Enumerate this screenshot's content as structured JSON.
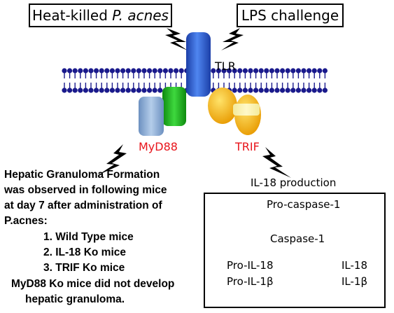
{
  "stimuli": {
    "left": {
      "prefix": "Heat-killed ",
      "italic": "P. acnes"
    },
    "right": "LPS challenge"
  },
  "receptor": {
    "label": "TLR"
  },
  "adaptors": {
    "myd88": "MyD88",
    "trif": "TRIF"
  },
  "finding": {
    "lines": [
      "Hepatic Granuloma Formation",
      "was observed in following mice",
      "at day 7 after administration of",
      "P.acnes:"
    ],
    "mice": [
      "1. Wild Type mice",
      "2. IL-18 Ko mice",
      "3. TRIF Ko mice"
    ],
    "negative": [
      "MyD88 Ko mice did not develop",
      "hepatic granuloma."
    ]
  },
  "il18": {
    "title": "IL-18 production",
    "pro_caspase": "Pro-caspase-1",
    "caspase": "Caspase-1",
    "pro_il18": "Pro-IL-18",
    "pro_il1b": "Pro-IL-1β",
    "il18": "IL-18",
    "il1b": "IL-1β"
  },
  "colors": {
    "red": "#e8141b",
    "membrane": "#1a1a8c",
    "tlr": "#2a5fd8",
    "myd_green": "#22b422",
    "myd_blue": "#8fb0d6",
    "trif_yellow": "#f5b800"
  }
}
